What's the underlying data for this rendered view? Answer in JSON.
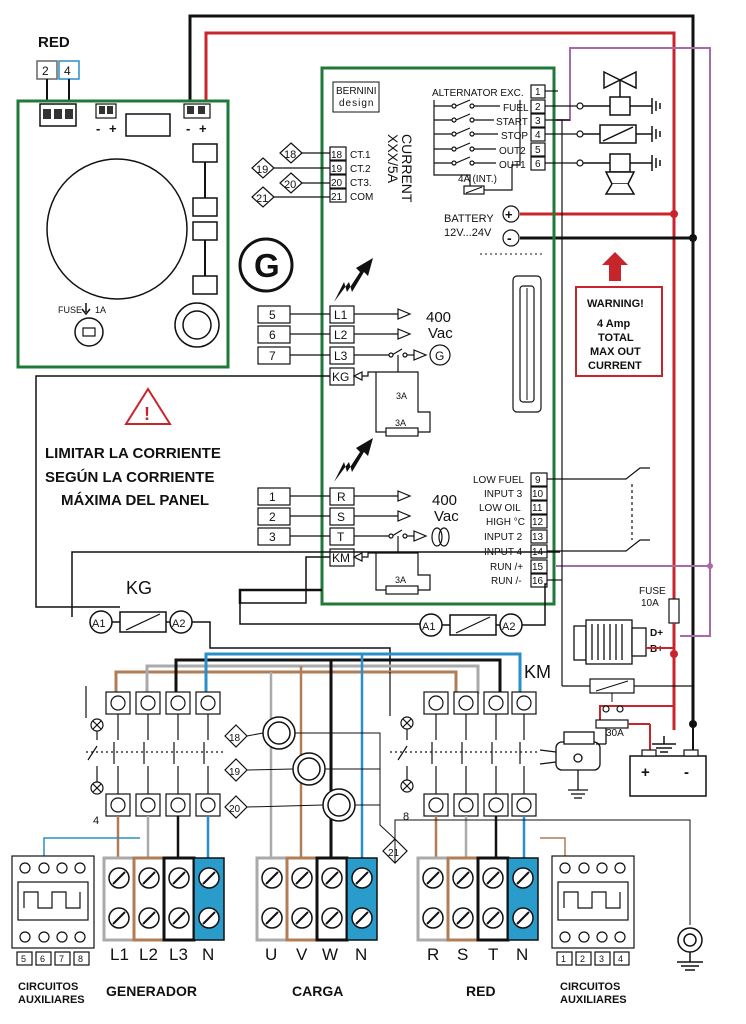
{
  "red_module": {
    "title": "RED",
    "terminal_a": "2",
    "terminal_b": "4",
    "fuse": "FUSE",
    "fuse_rating": "1A",
    "minus": "-",
    "plus": "+"
  },
  "logo": {
    "line1": "BERNINI",
    "line2": "design"
  },
  "ct": {
    "title_a": "XXX/5A",
    "title_b": "CURRENT",
    "inputs": [
      {
        "tag": "18",
        "num": "18",
        "label": "CT.1"
      },
      {
        "tag": "19",
        "num": "19",
        "label": "CT.2"
      },
      {
        "tag": "20",
        "num": "20",
        "label": "CT3."
      },
      {
        "tag": "21",
        "num": "21",
        "label": "COM"
      }
    ]
  },
  "outputs": [
    {
      "label": "ALTERNATOR EXC.",
      "num": "1"
    },
    {
      "label": "FUEL",
      "num": "2"
    },
    {
      "label": "START",
      "num": "3"
    },
    {
      "label": "STOP",
      "num": "4"
    },
    {
      "label": "OUT2",
      "num": "5"
    },
    {
      "label": "OUT1",
      "num": "6"
    }
  ],
  "battery": {
    "fuse": "4A (INT.)",
    "label": "BATTERY",
    "range": "12V...24V"
  },
  "gen_symbol": "G",
  "gen_inputs": [
    {
      "ext": "5",
      "label": "L1"
    },
    {
      "ext": "6",
      "label": "L2"
    },
    {
      "ext": "7",
      "label": "L3"
    }
  ],
  "gen_voltage": {
    "v": "400",
    "unit": "Vac",
    "sym": "G"
  },
  "kg_terminal": "KG",
  "relay_fuse": "3A",
  "mains_inputs": [
    {
      "ext": "1",
      "label": "R"
    },
    {
      "ext": "2",
      "label": "S"
    },
    {
      "ext": "3",
      "label": "T"
    }
  ],
  "mains_voltage": {
    "v": "400",
    "unit": "Vac"
  },
  "km_terminal": "KM",
  "warning": {
    "title": "WARNING!",
    "l1": "4 Amp",
    "l2": "TOTAL",
    "l3": "MAX OUT",
    "l4": "CURRENT"
  },
  "caution": {
    "l1": "LIMITAR LA CORRIENTE",
    "l2": "SEGÚN LA CORRIENTE",
    "l3": "MÁXIMA DEL PANEL",
    "sign": "!"
  },
  "inputs": [
    {
      "label": "LOW FUEL",
      "num": "9"
    },
    {
      "label": "INPUT 3",
      "num": "10"
    },
    {
      "label": "LOW OIL",
      "num": "11"
    },
    {
      "label": "HIGH °C",
      "num": "12"
    },
    {
      "label": "INPUT 2",
      "num": "13"
    },
    {
      "label": "INPUT 4",
      "num": "14"
    },
    {
      "label": "RUN /+",
      "num": "15"
    },
    {
      "label": "RUN /-",
      "num": "16"
    }
  ],
  "fuse10": {
    "l1": "FUSE",
    "l2": "10A"
  },
  "alternator": {
    "dplus": "D+",
    "bplus": "B+"
  },
  "fuse30": "30A",
  "contactors": {
    "kg": "KG",
    "km": "KM",
    "a1": "A1",
    "a2": "A2",
    "aux_left": "4",
    "aux_right": "8",
    "ct_tags": [
      "18",
      "19",
      "20",
      "21"
    ]
  },
  "bottom": {
    "gen_terms": [
      "L1",
      "L2",
      "L3",
      "N"
    ],
    "load_terms": [
      "U",
      "V",
      "W",
      "N"
    ],
    "mains_terms": [
      "R",
      "S",
      "T",
      "N"
    ],
    "aux_left_nums": [
      "5",
      "6",
      "7",
      "8"
    ],
    "aux_right_nums": [
      "1",
      "2",
      "3",
      "4"
    ],
    "aux_left_l1": "CIRCUITOS",
    "aux_left_l2": "AUXILIARES",
    "gen_label": "GENERADOR",
    "load_label": "CARGA",
    "mains_label": "RED",
    "aux_right_l1": "CIRCUITOS",
    "aux_right_l2": "AUXILIARES"
  },
  "colors": {
    "module_border": "#1f7a3a",
    "wire_red": "#c8242b",
    "wire_blue": "#2a8fc8",
    "wire_purple": "#a86aa8",
    "wire_brown": "#b07d55",
    "warning": "#c8242b"
  }
}
